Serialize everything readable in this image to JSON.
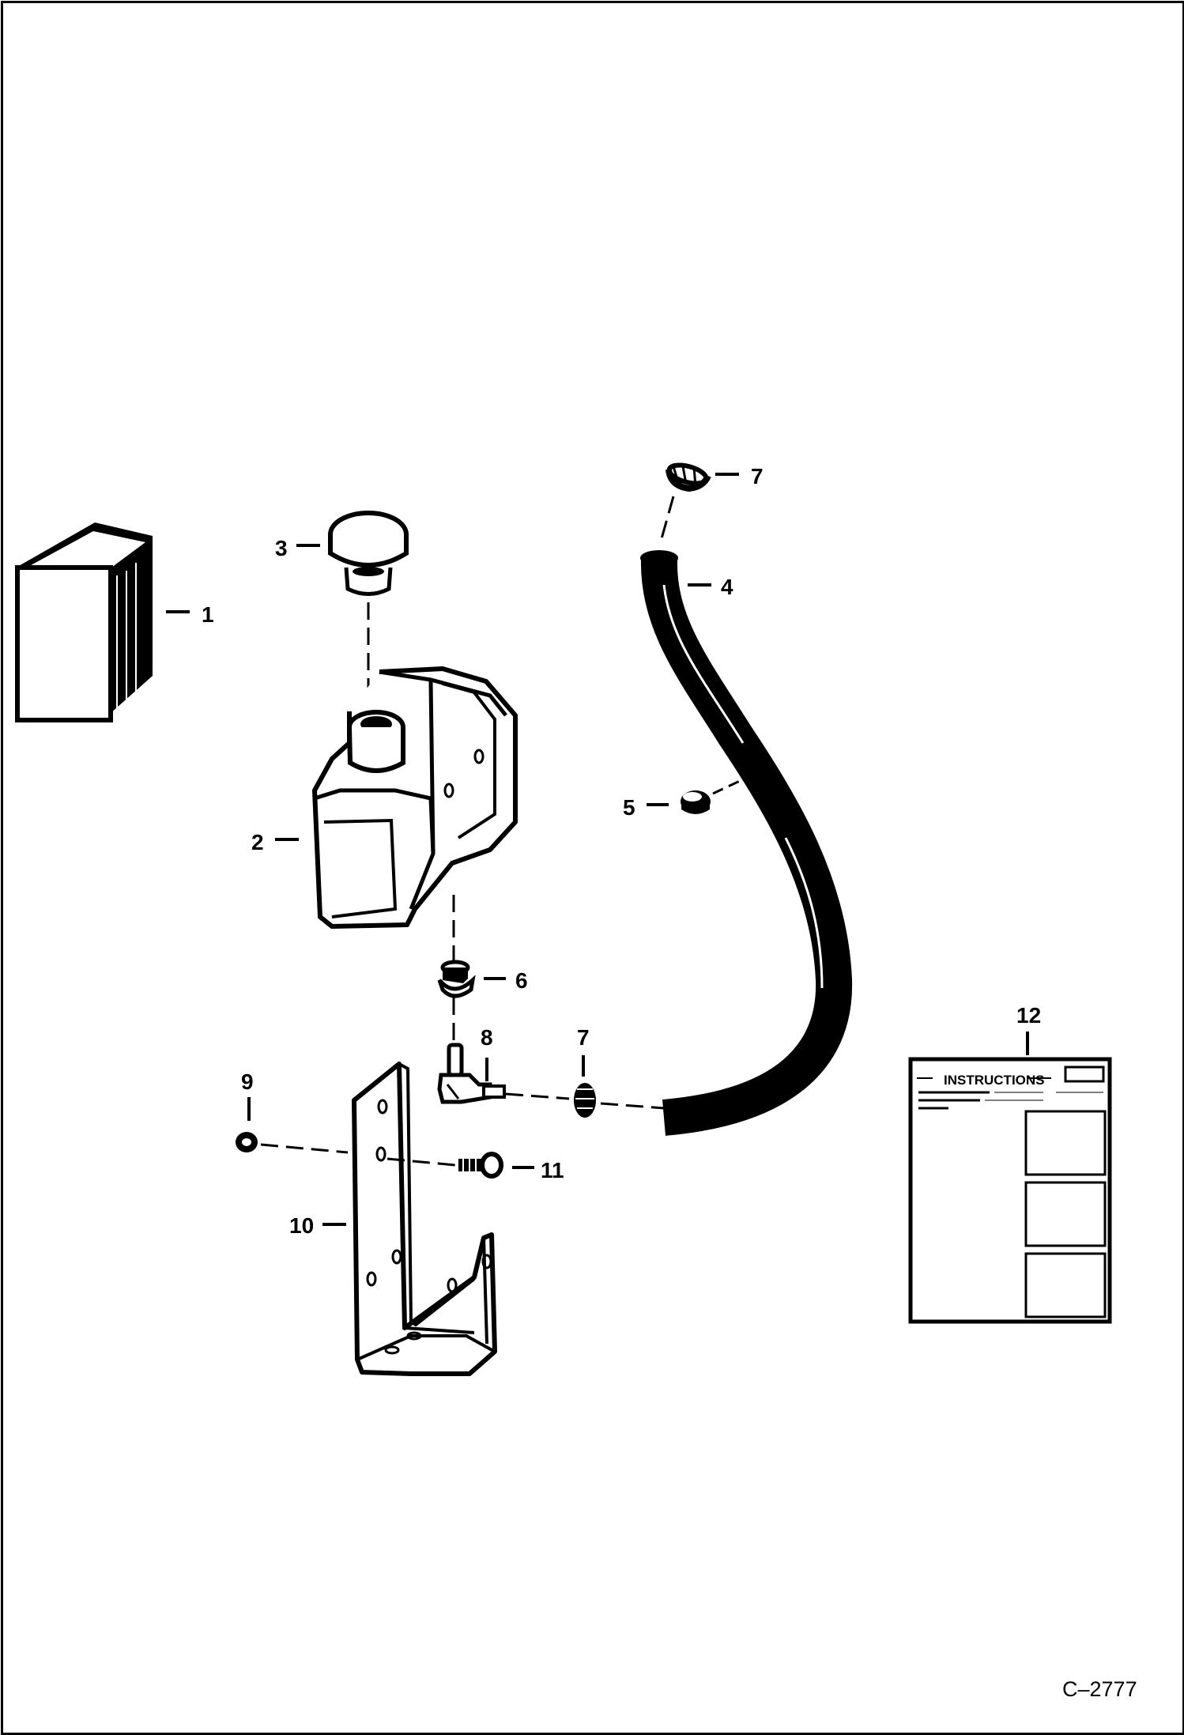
{
  "diagram": {
    "callouts": {
      "c1": "1",
      "c2": "2",
      "c3": "3",
      "c4": "4",
      "c5": "5",
      "c6": "6",
      "c7_top": "7",
      "c7_bottom": "7",
      "c8": "8",
      "c9": "9",
      "c10": "10",
      "c11": "11",
      "c12": "12"
    },
    "instruction_sheet_title": "INSTRUCTIONS",
    "drawing_code": "C–2777"
  }
}
